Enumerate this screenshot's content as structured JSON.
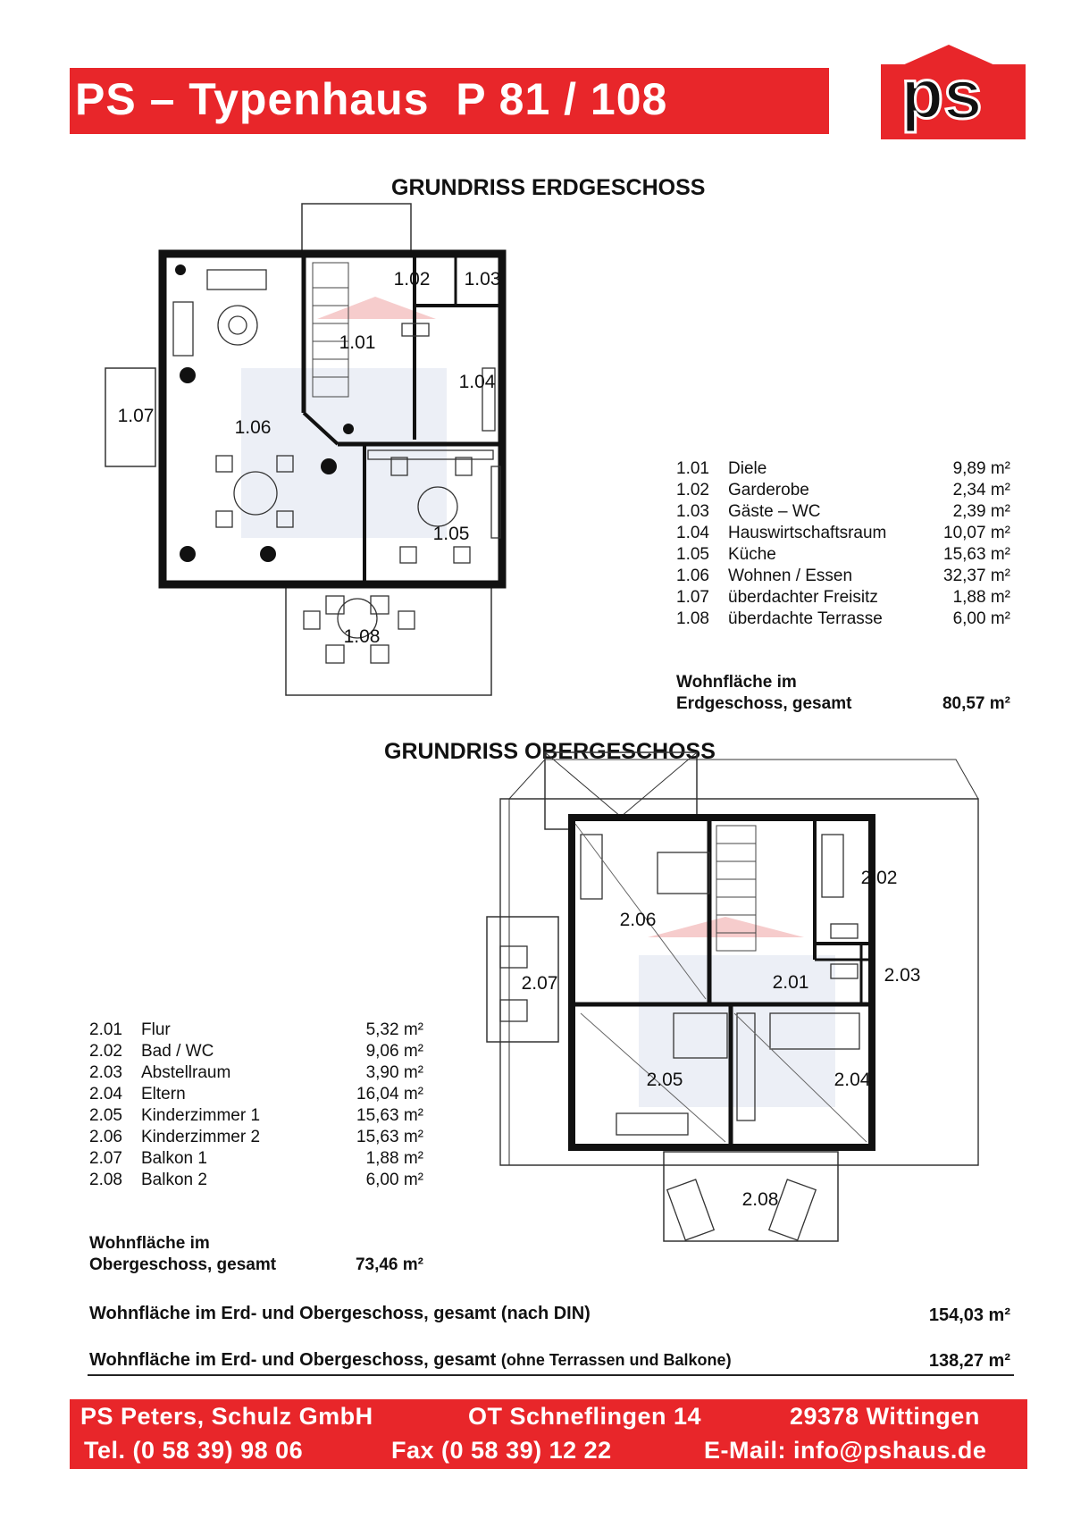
{
  "header": {
    "title": "PS – Typenhaus  P 81 / 108",
    "logo_text": "ps",
    "accent_color": "#e8262a"
  },
  "ground_floor": {
    "title": "GRUNDRISS ERDGESCHOSS",
    "plan_labels": [
      "1.01",
      "1.02",
      "1.03",
      "1.04",
      "1.05",
      "1.06",
      "1.07",
      "1.08"
    ],
    "rooms": [
      {
        "no": "1.01",
        "name": "Diele",
        "area": "9,89 m²"
      },
      {
        "no": "1.02",
        "name": "Garderobe",
        "area": "2,34 m²"
      },
      {
        "no": "1.03",
        "name": "Gäste – WC",
        "area": "2,39 m²"
      },
      {
        "no": "1.04",
        "name": "Hauswirtschaftsraum",
        "area": "10,07 m²"
      },
      {
        "no": "1.05",
        "name": "Küche",
        "area": "15,63 m²"
      },
      {
        "no": "1.06",
        "name": "Wohnen / Essen",
        "area": "32,37 m²"
      },
      {
        "no": "1.07",
        "name": "überdachter Freisitz",
        "area": "1,88 m²"
      },
      {
        "no": "1.08",
        "name": "überdachte Terrasse",
        "area": "6,00 m²"
      }
    ],
    "sum_label_1": "Wohnfläche im",
    "sum_label_2": "Erdgeschoss, gesamt",
    "sum_value": "80,57 m²"
  },
  "upper_floor": {
    "title": "GRUNDRISS OBERGESCHOSS",
    "plan_labels": [
      "2.01",
      "2.02",
      "2.03",
      "2.04",
      "2.05",
      "2.06",
      "2.07",
      "2.08"
    ],
    "rooms": [
      {
        "no": "2.01",
        "name": "Flur",
        "area": "5,32 m²"
      },
      {
        "no": "2.02",
        "name": "Bad / WC",
        "area": "9,06 m²"
      },
      {
        "no": "2.03",
        "name": "Abstellraum",
        "area": "3,90 m²"
      },
      {
        "no": "2.04",
        "name": "Eltern",
        "area": "16,04 m²"
      },
      {
        "no": "2.05",
        "name": "Kinderzimmer 1",
        "area": "15,63 m²"
      },
      {
        "no": "2.06",
        "name": "Kinderzimmer 2",
        "area": "15,63 m²"
      },
      {
        "no": "2.07",
        "name": "Balkon 1",
        "area": "1,88 m²"
      },
      {
        "no": "2.08",
        "name": "Balkon 2",
        "area": "6,00 m²"
      }
    ],
    "sum_label_1": "Wohnfläche im",
    "sum_label_2": "Obergeschoss, gesamt",
    "sum_value": "73,46 m²"
  },
  "totals": {
    "din_label": "Wohnfläche im Erd- und Obergeschoss, gesamt (nach DIN)",
    "din_value": "154,03 m²",
    "net_label": "Wohnfläche im Erd- und Obergeschoss, gesamt",
    "net_note": "(ohne Terrassen und Balkone)",
    "net_value": "138,27 m²"
  },
  "footer": {
    "company": "PS Peters, Schulz GmbH",
    "street": "OT Schneflingen 14",
    "city": "29378 Wittingen",
    "phone": "Tel. (0 58 39) 98 06",
    "fax": "Fax (0 58 39) 12 22",
    "email": "E-Mail: info@pshaus.de"
  }
}
